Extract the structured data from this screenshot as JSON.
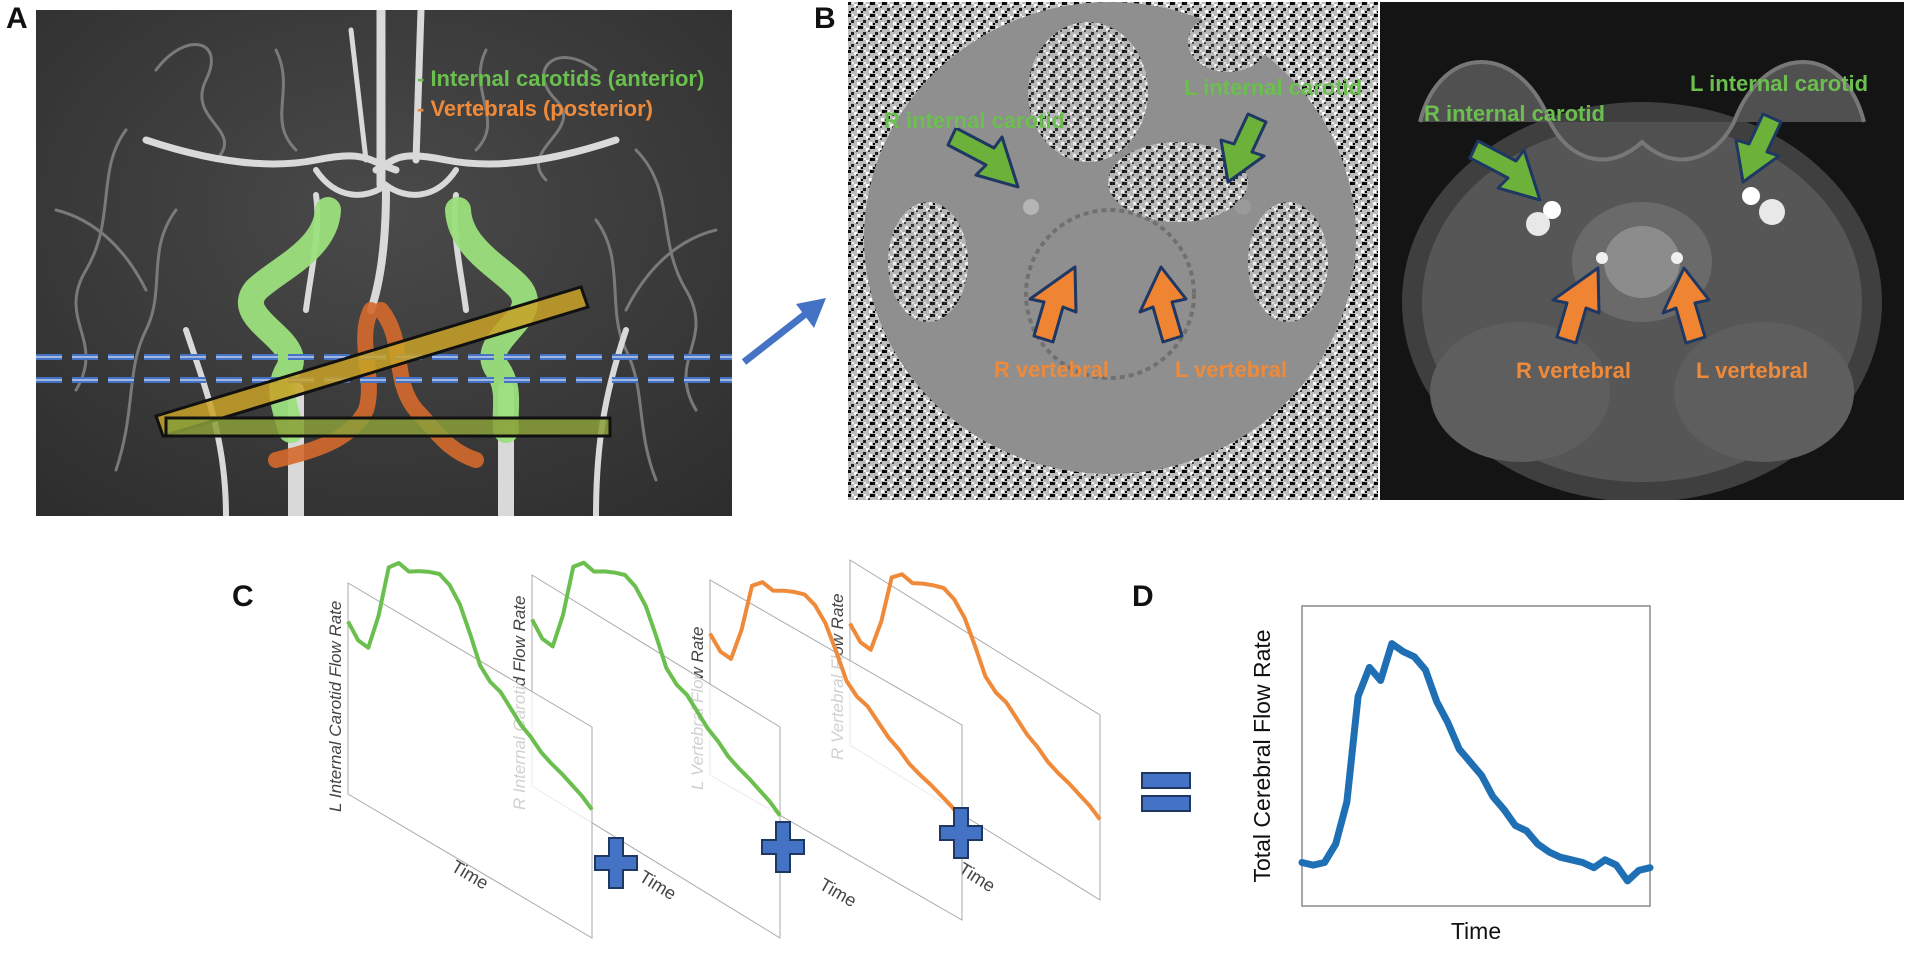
{
  "panels": {
    "a": {
      "letter": "A",
      "legend": {
        "anterior": "- Internal carotids (anterior)",
        "posterior": "- Vertebrals (posterior)"
      }
    },
    "b": {
      "letter": "B",
      "phase_labels": {
        "r_carotid": "R internal carotid",
        "l_carotid": "L internal carotid",
        "r_vertebral": "R vertebral",
        "l_vertebral": "L vertebral"
      },
      "magnitude_labels": {
        "r_carotid": "R internal carotid",
        "l_carotid": "L internal carotid",
        "r_vertebral": "R vertebral",
        "l_vertebral": "L vertebral"
      }
    },
    "c": {
      "letter": "C",
      "planes": [
        {
          "ylabel": "L Internal Carotid Flow Rate",
          "xlabel": "Time"
        },
        {
          "ylabel": "R Internal Carotid Flow Rate",
          "xlabel": "Time"
        },
        {
          "ylabel": "L Vertebral Flow Rate",
          "xlabel": "Time"
        },
        {
          "ylabel": "R Vertebral Flow Rate",
          "xlabel": "Time"
        }
      ]
    },
    "d": {
      "letter": "D",
      "ylabel": "Total Cerebral Flow Rate",
      "xlabel": "Time"
    }
  },
  "colors": {
    "carotid": "#6bbf4e",
    "vertebral": "#ee8a3a",
    "total": "#1f6fb4",
    "operator": "#4472c4",
    "arrow_fill_green": "#6bb13a",
    "arrow_fill_orange": "#ef8433",
    "arrow_outline": "#1f3763"
  },
  "chart_data": [
    {
      "type": "line",
      "title": "",
      "xlabel": "Time",
      "ylabel": "L Internal Carotid Flow Rate",
      "series": [
        {
          "values": [
            0.22,
            0.12,
            0.11,
            0.4,
            0.82,
            0.9,
            0.88,
            0.93,
            0.97,
            1.0,
            0.96,
            0.86,
            0.68,
            0.48,
            0.4,
            0.37,
            0.29,
            0.21,
            0.16,
            0.09,
            0.05,
            0.02,
            -0.02,
            -0.06,
            -0.12
          ]
        }
      ]
    },
    {
      "type": "line",
      "title": "",
      "xlabel": "Time",
      "ylabel": "R Internal Carotid Flow Rate",
      "series": [
        {
          "values": [
            0.22,
            0.12,
            0.11,
            0.4,
            0.82,
            0.9,
            0.88,
            0.93,
            0.97,
            1.0,
            0.96,
            0.86,
            0.68,
            0.48,
            0.4,
            0.37,
            0.29,
            0.21,
            0.16,
            0.09,
            0.05,
            0.02,
            -0.02,
            -0.06,
            -0.12
          ]
        }
      ]
    },
    {
      "type": "line",
      "title": "",
      "xlabel": "Time",
      "ylabel": "L Vertebral Flow Rate",
      "series": [
        {
          "values": [
            0.22,
            0.12,
            0.11,
            0.4,
            0.82,
            0.9,
            0.88,
            0.93,
            0.97,
            1.0,
            0.96,
            0.86,
            0.68,
            0.48,
            0.4,
            0.37,
            0.29,
            0.21,
            0.16,
            0.09,
            0.05,
            0.02,
            -0.02,
            -0.06,
            -0.12
          ]
        }
      ]
    },
    {
      "type": "line",
      "title": "",
      "xlabel": "Time",
      "ylabel": "R Vertebral Flow Rate",
      "series": [
        {
          "values": [
            0.22,
            0.12,
            0.11,
            0.4,
            0.82,
            0.9,
            0.88,
            0.93,
            0.97,
            1.0,
            0.96,
            0.86,
            0.68,
            0.48,
            0.4,
            0.37,
            0.29,
            0.21,
            0.16,
            0.09,
            0.05,
            0.02,
            -0.02,
            -0.06,
            -0.12
          ]
        }
      ]
    },
    {
      "type": "line",
      "title": "",
      "xlabel": "Time",
      "ylabel": "Total Cerebral Flow Rate",
      "series": [
        {
          "values": [
            0.05,
            0.04,
            0.05,
            0.12,
            0.28,
            0.68,
            0.79,
            0.74,
            0.88,
            0.85,
            0.83,
            0.78,
            0.66,
            0.58,
            0.48,
            0.43,
            0.38,
            0.3,
            0.25,
            0.19,
            0.17,
            0.12,
            0.09,
            0.07,
            0.06,
            0.05,
            0.03,
            0.06,
            0.04,
            -0.02,
            0.02,
            0.03
          ]
        }
      ]
    }
  ]
}
